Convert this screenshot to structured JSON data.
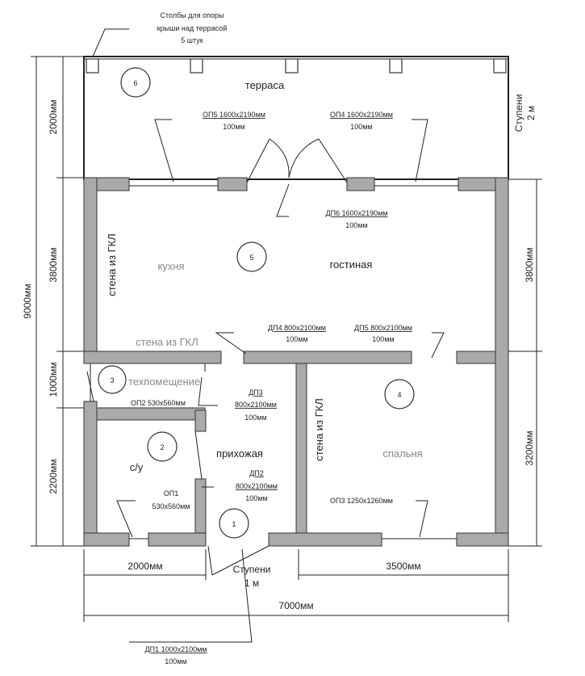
{
  "title_note": [
    "Столбы для опоры",
    "крыши над террасой",
    "5 штук"
  ],
  "rooms": [
    {
      "num": "1",
      "name": ""
    },
    {
      "num": "2",
      "name": "с/у"
    },
    {
      "num": "3",
      "name": "техпомещение"
    },
    {
      "num": "4",
      "name": "спальня"
    },
    {
      "num": "5",
      "name": "гостиная"
    },
    {
      "num": "6",
      "name": "терраса"
    }
  ],
  "kitchen": "кухня",
  "hallway": "прихожая",
  "gkl_wall": "стена из ГКЛ",
  "openings": {
    "op5": [
      "ОП5 1600х2190мм",
      "100мм"
    ],
    "op4": [
      "ОП4 1600х2190мм",
      "100мм"
    ],
    "dp6": [
      "ДП6 1600х2190мм",
      "100мм"
    ],
    "dp4": [
      "ДП4 800х2100мм",
      "100мм"
    ],
    "dp5": [
      "ДП5 800х2100мм",
      "100мм"
    ],
    "op2": "ОП2 530х560мм",
    "dp3": [
      "ДП3",
      "800х2100мм",
      "100мм"
    ],
    "dp2": [
      "ДП2",
      "800х2100мм",
      "100мм"
    ],
    "op1": [
      "ОП1",
      "530х560мм"
    ],
    "op3": "ОП3 1250х1260мм",
    "dp1": [
      "ДП1 1000х2100мм",
      "100мм"
    ]
  },
  "steps": {
    "terrace": [
      "Ступени",
      "2 м"
    ],
    "entrance": [
      "Ступени",
      "1 м"
    ]
  },
  "dimensions": {
    "total_height": "9000мм",
    "left": [
      "2000мм",
      "3800мм",
      "1000мм",
      "2200мм"
    ],
    "right": [
      "3800мм",
      "3200мм"
    ],
    "bottom": [
      "2000мм",
      "3500мм"
    ],
    "total_width": "7000мм"
  }
}
